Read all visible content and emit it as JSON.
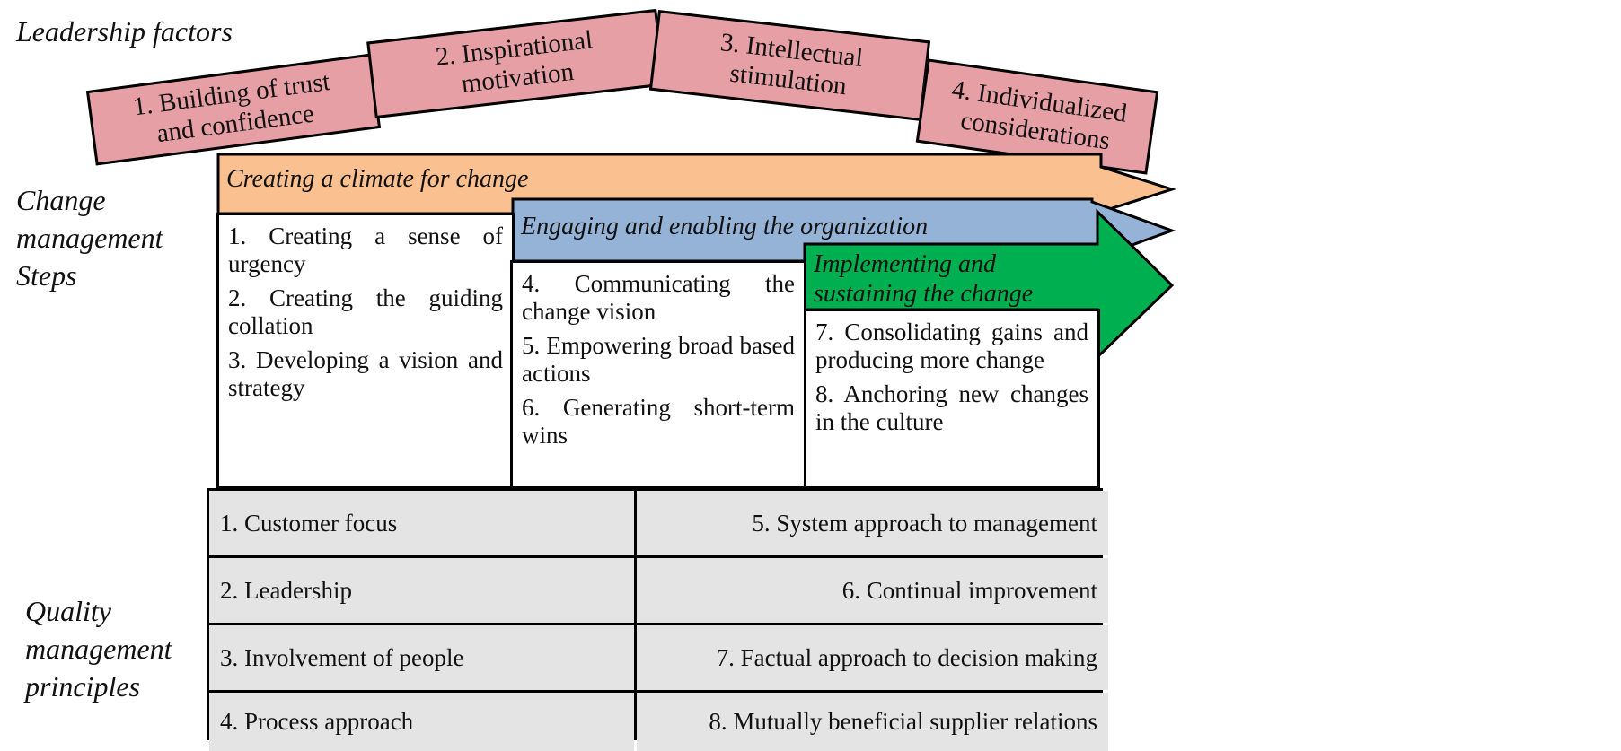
{
  "labels": {
    "leadership": [
      "Leadership factors"
    ],
    "change": [
      "Change",
      "management",
      "Steps"
    ],
    "quality": [
      "Quality",
      "management",
      "principles"
    ]
  },
  "roof": [
    {
      "lines": [
        "1. Building of trust",
        "and confidence"
      ]
    },
    {
      "lines": [
        "2. Inspirational",
        "motivation"
      ]
    },
    {
      "lines": [
        "3. Intellectual",
        "stimulation"
      ]
    },
    {
      "lines": [
        "4. Individualized",
        "considerations"
      ]
    }
  ],
  "phases": [
    {
      "title": "Creating a climate for change",
      "color": "#fac090"
    },
    {
      "title": "Engaging and enabling the organization",
      "color": "#95b3d7"
    },
    {
      "title_lines": [
        "Implementing and",
        "sustaining the change"
      ],
      "color": "#00b050"
    }
  ],
  "columns": [
    {
      "items": [
        "1. Creating a sense of urgency",
        "2. Creating the guiding collation",
        "3. Developing a vision and strategy"
      ]
    },
    {
      "items": [
        "4. Communicating the change vision",
        "5. Empowering broad based actions",
        "6. Generating short-term wins"
      ]
    },
    {
      "items": [
        "7. Consolidating gains and producing more change",
        "8. Anchoring new changes in the culture"
      ]
    }
  ],
  "principles": {
    "left": [
      "1. Customer focus",
      "2. Leadership",
      "3. Involvement of people",
      "4. Process approach"
    ],
    "right": [
      "5. System approach to management",
      "6. Continual improvement",
      "7. Factual approach to decision making",
      "8. Mutually beneficial supplier relations"
    ]
  },
  "colors": {
    "roof": "#e6a0a5",
    "principles_bg": "#e4e4e4"
  }
}
